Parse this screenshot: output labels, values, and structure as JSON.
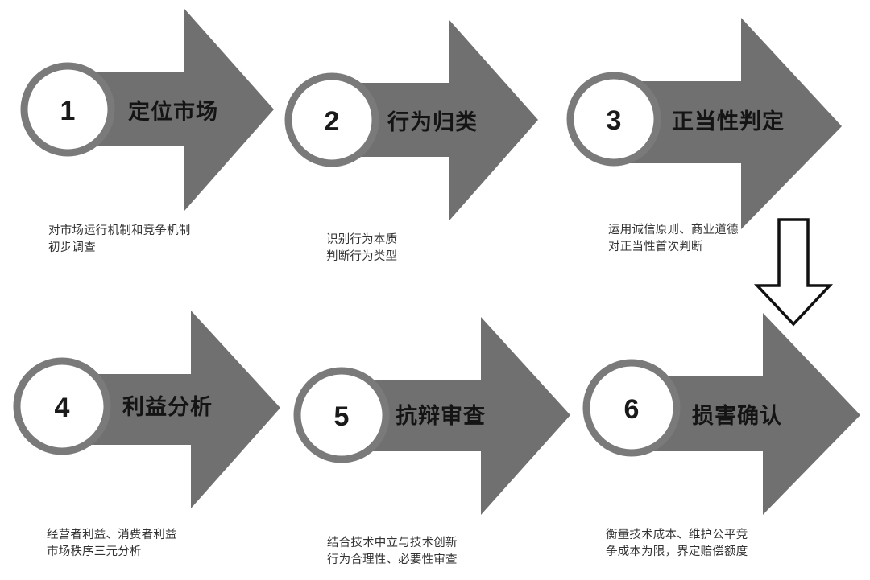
{
  "diagram": {
    "title": "",
    "type": "six-step-chevron-process-flow",
    "colors": {
      "arrow_fill": "#707070",
      "circle_stroke": "#7a7a7a",
      "circle_fill": "#ffffff",
      "label_text": "#141414",
      "caption_text": "#333333",
      "connector_stroke": "#111111",
      "background": "#ffffff"
    },
    "rows": [
      {
        "row_index": 1,
        "steps": [
          {
            "number": "1",
            "label": "定位市场",
            "caption": "对市场运行机制和竞争机制\n初步调查"
          },
          {
            "number": "2",
            "label": "行为归类",
            "caption": "识别行为本质\n判断行为类型"
          },
          {
            "number": "3",
            "label": "正当性判定",
            "caption": "运用诚信原则、商业道德\n对正当性首次判断"
          }
        ]
      },
      {
        "row_index": 2,
        "steps": [
          {
            "number": "4",
            "label": "利益分析",
            "caption": "经营者利益、消费者利益\n市场秩序三元分析"
          },
          {
            "number": "5",
            "label": "抗辩审查",
            "caption": "结合技术中立与技术创新\n行为合理性、必要性审查"
          },
          {
            "number": "6",
            "label": "损害确认",
            "caption": "衡量技术成本、维护公平竞\n争成本为限，界定赔偿额度"
          }
        ]
      }
    ],
    "connector": {
      "name": "row-wrap-down-arrow",
      "direction": "down",
      "style": "outlined"
    }
  }
}
